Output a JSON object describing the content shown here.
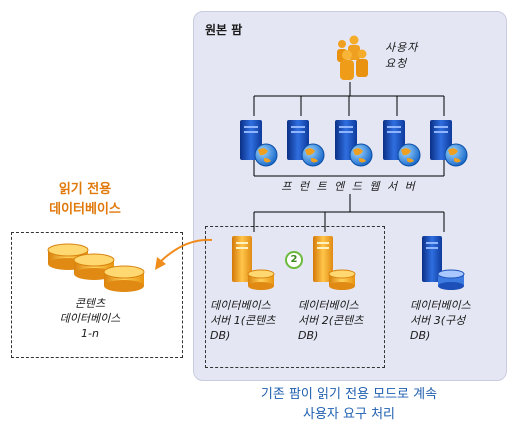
{
  "farm": {
    "title": "원본 팜",
    "user_request": [
      "사용자",
      "요청"
    ],
    "front_end_label": "프 런 트  엔 드  웹  서 버",
    "db_servers": [
      {
        "lines": [
          "데이터베이스",
          "서버 1(콘텐츠",
          "DB)"
        ]
      },
      {
        "lines": [
          "데이터베이스",
          "서버 2(콘텐츠",
          "DB)"
        ]
      },
      {
        "lines": [
          "데이터베이스",
          "서버 3(구성",
          "DB)"
        ]
      }
    ],
    "badge": "2"
  },
  "readonly_db": {
    "title": [
      "읽기 전용",
      "데이터베이스"
    ],
    "content_label": [
      "콘텐츠",
      "데이터베이스",
      "1-n"
    ]
  },
  "caption": [
    "기존 팜이 읽기 전용 모드로 계속",
    "사용자 요구 처리"
  ],
  "colors": {
    "panel": "#e4e6f3",
    "orange_accent": "#e0780a",
    "caption_blue": "#1f5fb0",
    "server_blue": "#1d4fb8",
    "db_orange": "#f0a020",
    "badge_green": "#6cbb3c"
  }
}
